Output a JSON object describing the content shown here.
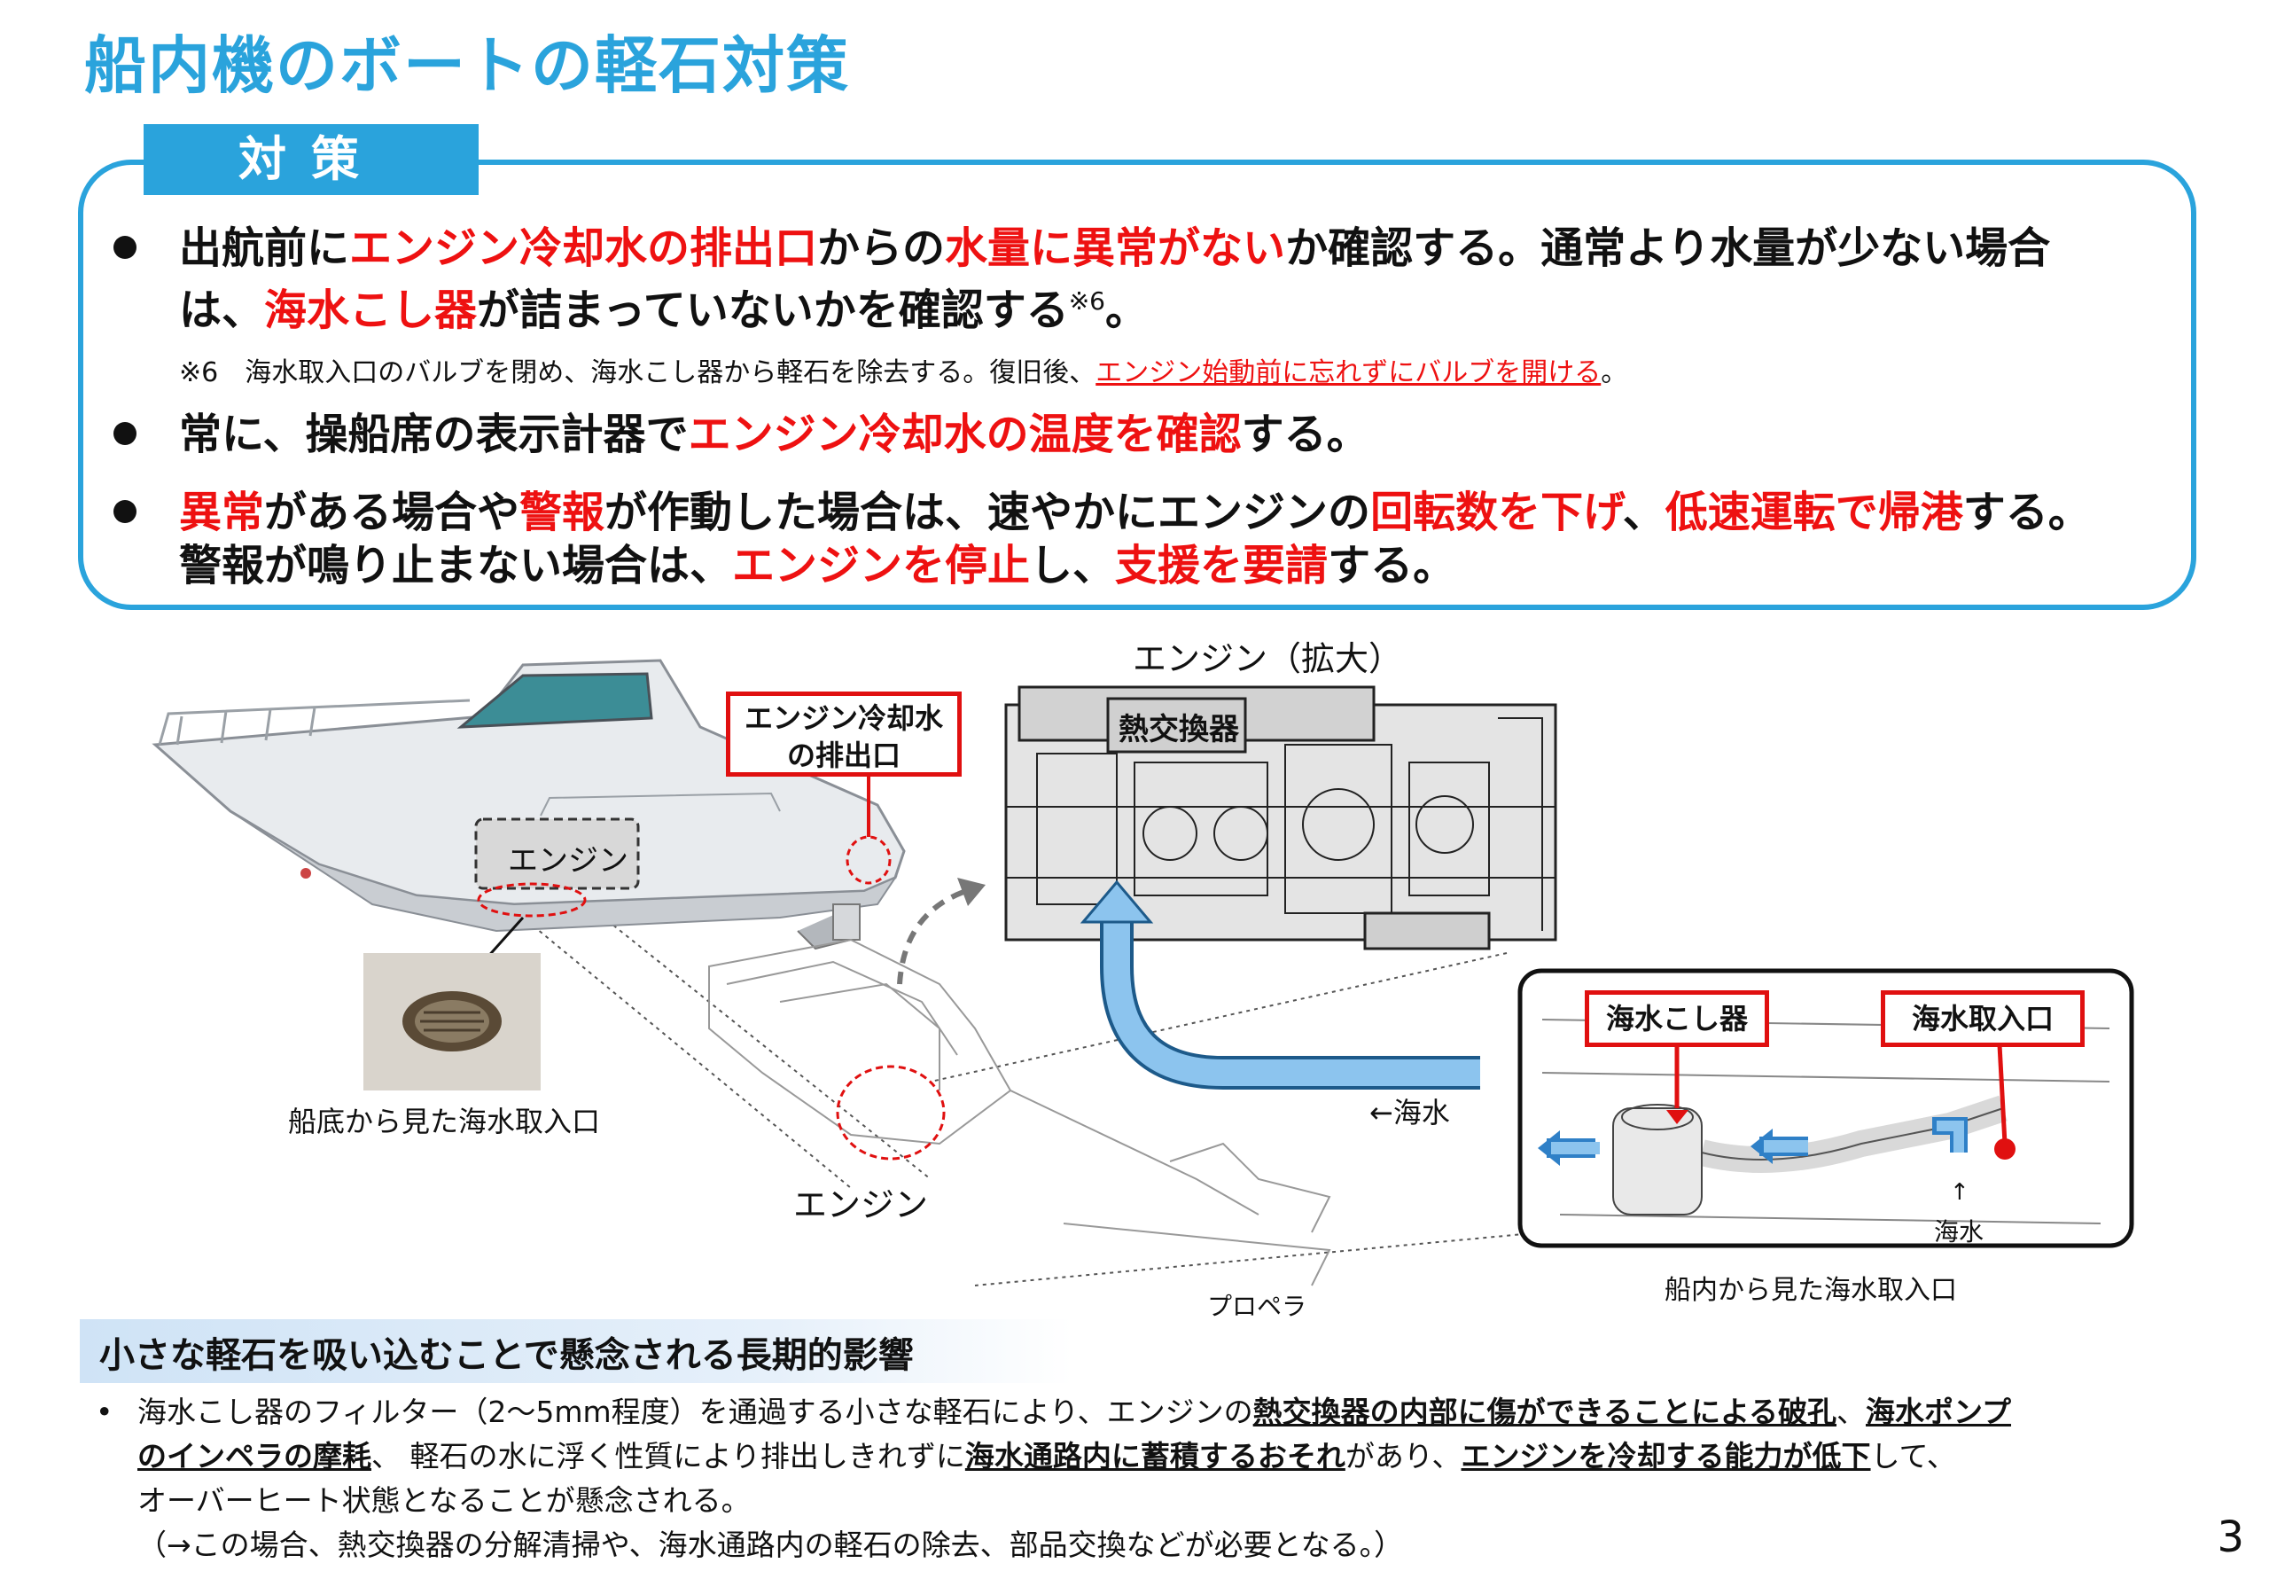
{
  "title": "船内機のボートの軽石対策",
  "section_tab": "対策",
  "bullets": [
    {
      "line1": [
        {
          "t": "出航前に",
          "red": false
        },
        {
          "t": "エンジン冷却水の排出口",
          "red": true
        },
        {
          "t": "からの",
          "red": false
        },
        {
          "t": "水量に異常がない",
          "red": true
        },
        {
          "t": "か確認する。通常より水量が少ない場合",
          "red": false
        }
      ],
      "line2": [
        {
          "t": "は、",
          "red": false
        },
        {
          "t": "海水こし器",
          "red": true
        },
        {
          "t": "が詰まっていないかを確認する",
          "red": false
        }
      ],
      "line2_sup": "※6",
      "line2_end": "。"
    },
    {
      "line1": [
        {
          "t": "常に、操船席の表示計器で",
          "red": false
        },
        {
          "t": "エンジン冷却水の温度を確認",
          "red": true
        },
        {
          "t": "する。",
          "red": false
        }
      ]
    },
    {
      "line1": [
        {
          "t": "異常",
          "red": true
        },
        {
          "t": "がある場合や",
          "red": false
        },
        {
          "t": "警報",
          "red": true
        },
        {
          "t": "が作動した場合は、速やかにエンジンの",
          "red": false
        },
        {
          "t": "回転数を下げ",
          "red": true
        },
        {
          "t": "、",
          "red": false
        },
        {
          "t": "低速運転で帰港",
          "red": true
        },
        {
          "t": "する。",
          "red": false
        }
      ],
      "line2": [
        {
          "t": "警報が鳴り止まない場合は、",
          "red": false
        },
        {
          "t": "エンジンを停止",
          "red": true
        },
        {
          "t": "し、",
          "red": false
        },
        {
          "t": "支援を要請",
          "red": true
        },
        {
          "t": "する。",
          "red": false
        }
      ]
    }
  ],
  "note6": {
    "prefix": "※6　海水取入口のバルブを閉め、海水こし器から軽石を除去する。復旧後、",
    "underlined": "エンジン始動前に忘れずにバルブを開ける",
    "suffix": "。"
  },
  "figure": {
    "engine_zoom_label": "エンジン（拡大）",
    "outlet_callout": "エンジン冷却水の排出口",
    "outlet_callout_l1": "エンジン冷却水",
    "outlet_callout_l2": "の排出口",
    "heat_exchanger_label": "熱交換器",
    "engine_box_label": "エンジン",
    "hull_intake_caption": "船底から見た海水取入口",
    "seawater_arrow_label": "←海水",
    "engine_label": "エンジン",
    "propeller_label": "プロペラ",
    "strainer_label": "海水こし器",
    "intake_label": "海水取入口",
    "seawater_up_label": "↑",
    "seawater_up_text": "海水",
    "inboard_intake_caption": "船内から見た海水取入口"
  },
  "longterm": {
    "heading": "小さな軽石を吸い込むことで懸念される長期的影響",
    "bullet": "•",
    "lines": [
      [
        {
          "t": "海水こし器のフィルター（2～5mm程度）を通過する小さな軽石により、エンジンの",
          "u": false
        },
        {
          "t": "熱交換器の内部に傷ができることによる破孔",
          "u": true
        },
        {
          "t": "、",
          "u": false
        },
        {
          "t": "海水ポンプ",
          "u": true
        }
      ],
      [
        {
          "t": "のインペラの摩耗",
          "u": true
        },
        {
          "t": "、 軽石の水に浮く性質により排出しきれずに",
          "u": false
        },
        {
          "t": "海水通路内に蓄積するおそれ",
          "u": true
        },
        {
          "t": "があり、",
          "u": false
        },
        {
          "t": "エンジンを冷却する能力が低下",
          "u": true
        },
        {
          "t": "して、",
          "u": false
        }
      ],
      [
        {
          "t": "オーバーヒート状態となることが懸念される。",
          "u": false
        }
      ],
      [
        {
          "t": "（→この場合、熱交換器の分解清掃や、海水通路内の軽石の除去、部品交換などが必要となる。）",
          "u": false
        }
      ]
    ]
  },
  "page_number": "3",
  "colors": {
    "accent": "#2aa3dc",
    "emphasis": "#ee1111",
    "arrow": "#8cc4ee"
  }
}
